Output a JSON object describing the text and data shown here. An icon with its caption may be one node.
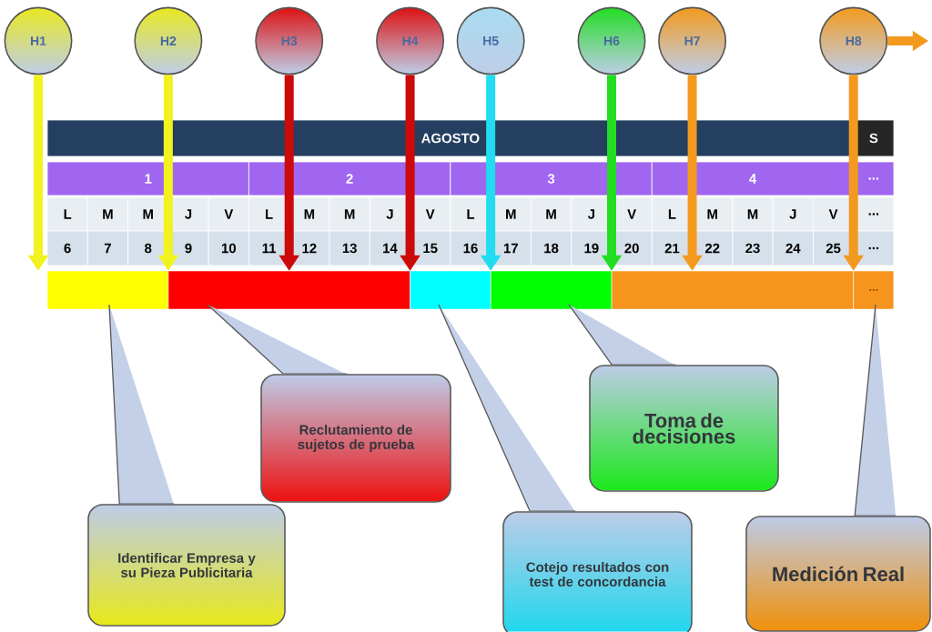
{
  "diagram": {
    "nodes": [
      {
        "text": [
          "H1"
        ]
      },
      {
        "text": [
          "H2"
        ]
      },
      {
        "text": [
          "H3"
        ]
      },
      {
        "text": [
          "H4"
        ]
      },
      {
        "text": [
          "H5"
        ]
      },
      {
        "text": [
          "H6"
        ]
      },
      {
        "text": [
          "H7"
        ]
      },
      {
        "text": [
          "H8"
        ]
      },
      {
        "text": [],
        "shape": "bar"
      },
      {
        "text": [],
        "shape": "bar"
      },
      {
        "text": [],
        "shape": "bar"
      },
      {
        "text": [],
        "shape": "bar"
      },
      {
        "text": [],
        "shape": "bar"
      },
      {
        "text": [
          "..."
        ]
      },
      {
        "text": [
          "Identificar Empresa y su Pieza Publicitaria"
        ]
      },
      {
        "text": [
          "Reclutamiento de sujetos de prueba"
        ]
      },
      {
        "text": [
          "Cotejo resultados con test de concordancia"
        ]
      },
      {
        "text": [
          "Toma de decisiones"
        ]
      },
      {
        "text": [
          "Medición Real"
        ]
      }
    ],
    "edges": [
      {
        "from": 0,
        "to": 8,
        "arrow": "to",
        "color": "#f2f21e"
      },
      {
        "from": 1,
        "to": 9,
        "arrow": "to",
        "color": "#f2f21e"
      },
      {
        "from": 2,
        "to": 9,
        "arrow": "to",
        "color": "#cc0a0a"
      },
      {
        "from": 3,
        "to": 9,
        "arrow": "to",
        "color": "#cc0a0a"
      },
      {
        "from": 4,
        "to": 10,
        "arrow": "to",
        "color": "#22dcef"
      },
      {
        "from": 5,
        "to": 11,
        "arrow": "to",
        "color": "#22dd22"
      },
      {
        "from": 6,
        "to": 12,
        "arrow": "to",
        "color": "#f39a1e"
      },
      {
        "from": 7,
        "to": 12,
        "arrow": "to",
        "color": "#f39a1e"
      },
      {
        "from": 7,
        "to": null,
        "arrow": "to",
        "color": "#f39a1e"
      },
      {
        "from": 14,
        "to": 8,
        "arrow": "none"
      },
      {
        "from": 15,
        "to": 9,
        "arrow": "none"
      },
      {
        "from": 16,
        "to": 10,
        "arrow": "none"
      },
      {
        "from": 17,
        "to": 11,
        "arrow": "none"
      },
      {
        "from": 18,
        "to": 13,
        "arrow": "none"
      }
    ],
    "labels": [
      "AGOSTO",
      "S",
      "1",
      "2",
      "3",
      "4",
      "...",
      "L",
      "M",
      "M",
      "J",
      "V",
      "L",
      "M",
      "M",
      "J",
      "V",
      "L",
      "M",
      "M",
      "J",
      "V",
      "L",
      "M",
      "M",
      "J",
      "V",
      "...",
      "6",
      "7",
      "8",
      "9",
      "10",
      "11",
      "12",
      "13",
      "14",
      "15",
      "16",
      "17",
      "18",
      "19",
      "20",
      "21",
      "22",
      "23",
      "24",
      "25",
      "..."
    ]
  }
}
